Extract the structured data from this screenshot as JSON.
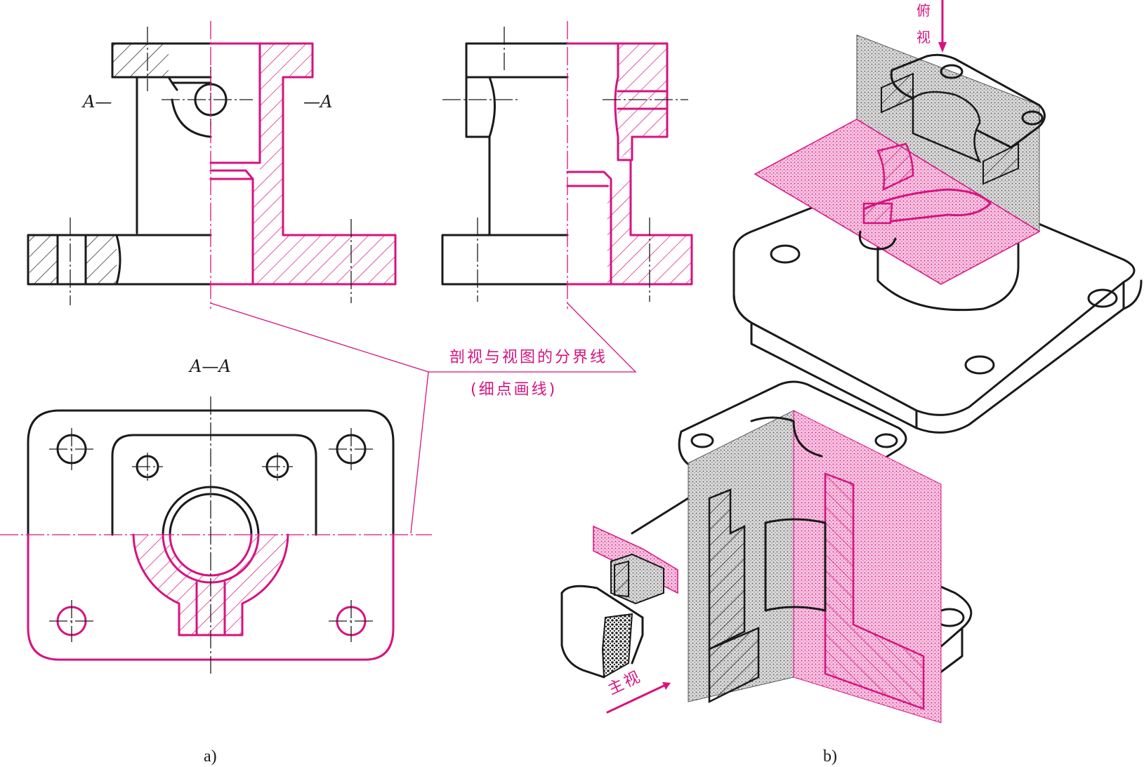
{
  "labels": {
    "section_mark_left": "A—",
    "section_mark_right": "—A",
    "section_title": "A—A",
    "boundary_note_line1": "剖视与视图的分界线",
    "boundary_note_line2": "(细点画线)",
    "top_view_arrow": "俯视",
    "front_view_arrow": "主视",
    "caption_a": "a)",
    "caption_b": "b)"
  },
  "colors": {
    "line": "#1a1a1a",
    "section": "#d6137f",
    "stipple_gray": "#8a8a8a",
    "stipple_pink": "#e86ab4",
    "background": "#ffffff"
  }
}
